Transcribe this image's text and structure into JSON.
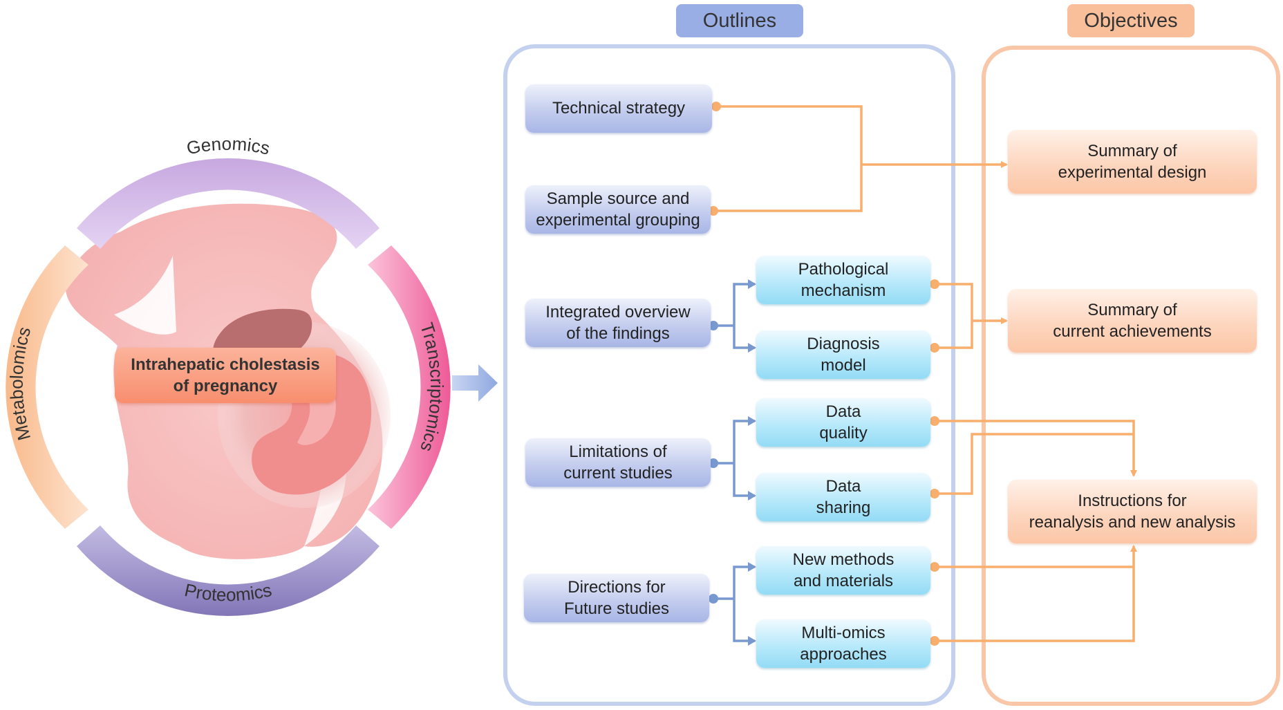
{
  "center_topic": "Intrahepatic cholestasis\nof pregnancy",
  "omics_ring": {
    "top": "Genomics",
    "right": "Transcriptomics",
    "bottom": "Proteomics",
    "left": "Metabolomics"
  },
  "headers": {
    "outlines": "Outlines",
    "objectives": "Objectives"
  },
  "outlines": {
    "technical_strategy": "Technical strategy",
    "sample_source": "Sample source and\nexperimental grouping",
    "integrated_overview": "Integrated overview\nof the findings",
    "limitations": "Limitations of\ncurrent studies",
    "directions": "Directions for\nFuture studies"
  },
  "subtopics": {
    "pathological_mechanism": "Pathological\nmechanism",
    "diagnosis_model": "Diagnosis\nmodel",
    "data_quality": "Data\nquality",
    "data_sharing": "Data\nsharing",
    "new_methods": "New methods\nand materials",
    "multi_omics": "Multi-omics\napproaches"
  },
  "objectives": {
    "experimental_design": "Summary  of\nexperimental design",
    "current_achievements": "Summary of\ncurrent achievements",
    "instructions": "Instructions for\nreanalysis and new analysis"
  },
  "colors": {
    "orange_connector": "#f8ae6c",
    "blue_connector": "#7898d0",
    "outlines_panel": "#c3d1ef",
    "objectives_panel": "#f9c6a8",
    "outlines_header": "#9aaee6",
    "objectives_header": "#f9be9a"
  }
}
